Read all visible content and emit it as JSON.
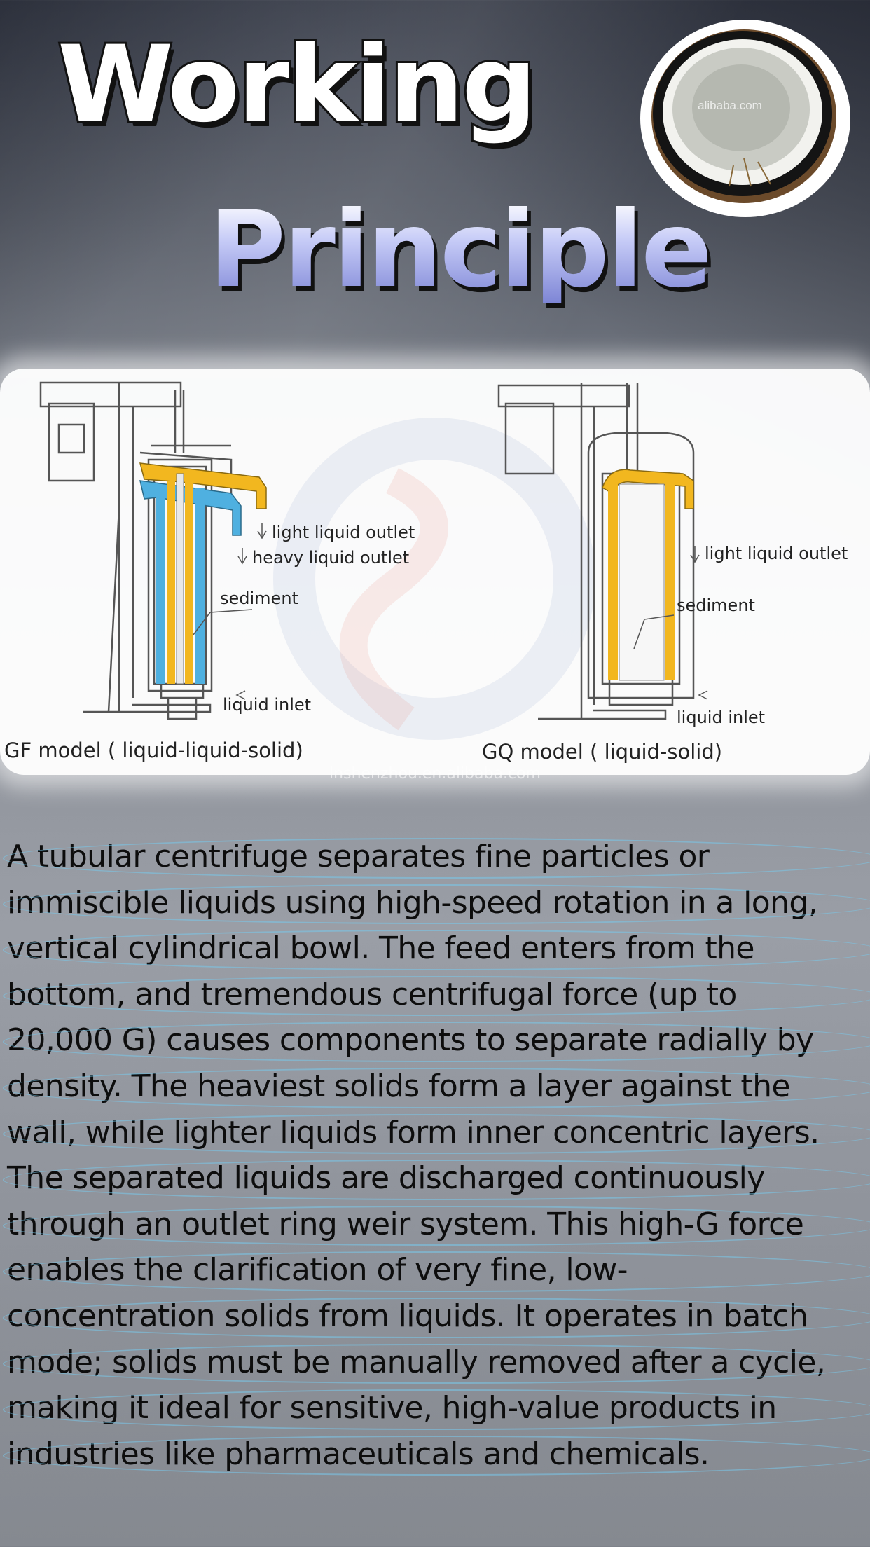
{
  "title": {
    "line1": "Working",
    "line2": "Principle"
  },
  "logo_watermark": "alibaba.com",
  "diagram": {
    "left": {
      "labels": {
        "light_outlet": "light liquid outlet",
        "heavy_outlet": "heavy liquid outlet",
        "sediment": "sediment",
        "inlet": "liquid inlet"
      },
      "caption": "GF model ( liquid-liquid-solid)"
    },
    "right": {
      "labels": {
        "light_outlet": "light liquid outlet",
        "sediment": "sediment",
        "inlet": "liquid inlet"
      },
      "caption": "GQ model ( liquid-solid)"
    },
    "site": "lnshenzhou.en.alibaba.com",
    "colors": {
      "yellow": "#f2b71f",
      "blue": "#4fb0e0",
      "line": "#555555"
    }
  },
  "body": {
    "lines": [
      "A tubular centrifuge separates fine particles or",
      "immiscible liquids using high-speed rotation in a long,",
      "vertical cylindrical bowl. The feed enters from the",
      "bottom, and tremendous centrifugal force (up to",
      "20,000 G) causes components to separate radially by",
      "density. The heaviest solids form a layer against the",
      "wall, while lighter liquids form inner concentric layers.",
      "The separated liquids are discharged continuously",
      "through an outlet ring weir system. This high-G force",
      "enables the clarification of very fine, low-",
      "concentration solids from liquids. It operates in batch",
      "mode; solids must be manually removed after a cycle,",
      "making it ideal for sensitive, high-value products in",
      "industries like pharmaceuticals and chemicals."
    ]
  }
}
